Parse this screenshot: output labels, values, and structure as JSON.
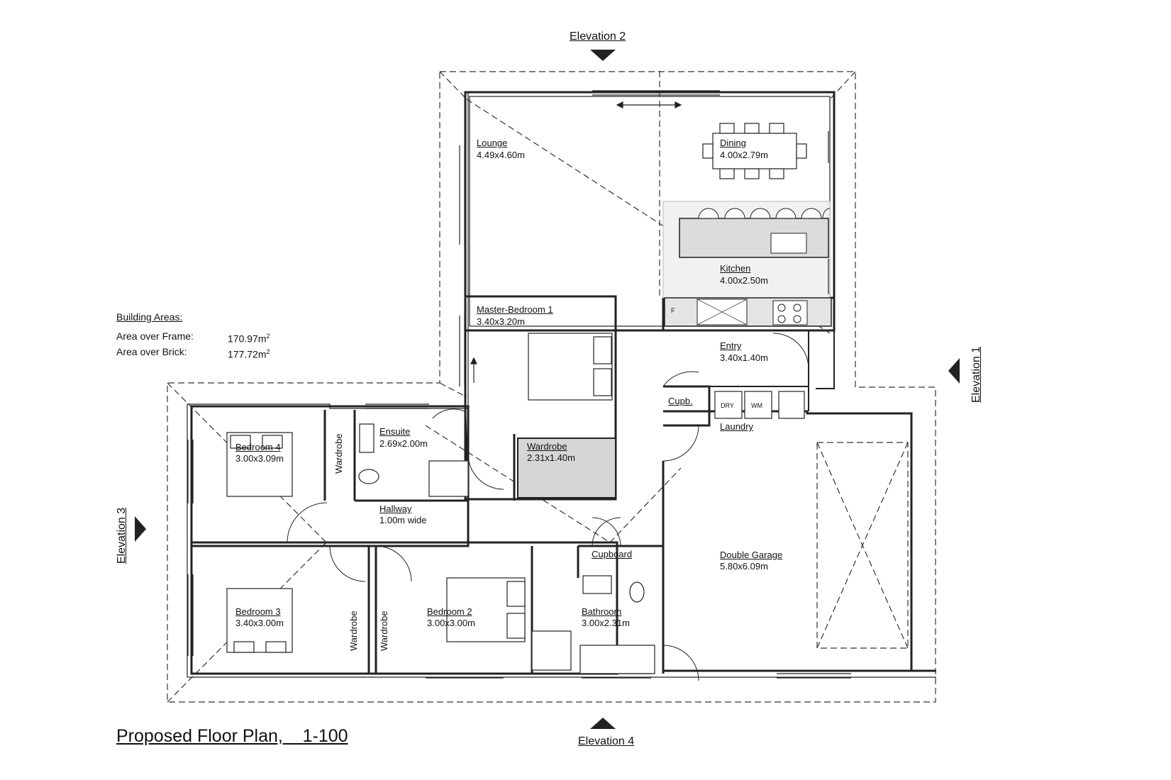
{
  "title": "Proposed Floor Plan,    1-100",
  "building_areas": {
    "heading": "Building Areas:",
    "rows": [
      {
        "label": "Area over Frame:",
        "value": "170.97m",
        "sup": "2"
      },
      {
        "label": "Area over Brick:",
        "value": "177.72m",
        "sup": "2"
      }
    ]
  },
  "elevations": {
    "e1": "Elevation 1",
    "e2": "Elevation 2",
    "e3": "Elevation 3",
    "e4": "Elevation 4"
  },
  "rooms": {
    "lounge": {
      "name": "Lounge",
      "size": "4.49x4.60m"
    },
    "dining": {
      "name": "Dining",
      "size": "4.00x2.79m"
    },
    "kitchen": {
      "name": "Kitchen",
      "size": "4.00x2.50m"
    },
    "master": {
      "name": "Master-Bedroom 1",
      "size": "3.40x3.20m"
    },
    "entry": {
      "name": "Entry",
      "size": "3.40x1.40m"
    },
    "ensuite": {
      "name": "Ensuite",
      "size": "2.69x2.00m"
    },
    "bedroom4": {
      "name": "Bedroom 4",
      "size": "3.00x3.09m"
    },
    "wardrobe_master": {
      "name": "Wardrobe",
      "size": "2.31x1.40m"
    },
    "hallway": {
      "name": "Hallway",
      "size": "1.00m wide"
    },
    "bedroom3": {
      "name": "Bedroom 3",
      "size": "3.40x3.00m"
    },
    "bedroom2": {
      "name": "Bedroom 2",
      "size": "3.00x3.00m"
    },
    "bathroom": {
      "name": "Bathroom",
      "size": "3.00x2.31m"
    },
    "garage": {
      "name": "Double Garage",
      "size": "5.80x6.09m"
    },
    "cupboard": {
      "name": "Cupboard"
    },
    "cupb": {
      "name": "Cupb."
    },
    "laundry": {
      "name": "Laundry"
    },
    "wardrobe_b4": {
      "name": "Wardrobe"
    },
    "wardrobe_b3": {
      "name": "Wardrobe"
    },
    "wardrobe_b2": {
      "name": "Wardrobe"
    }
  },
  "fixtures": {
    "dryer": "DRY",
    "washer": "WM",
    "fridge": "F"
  }
}
